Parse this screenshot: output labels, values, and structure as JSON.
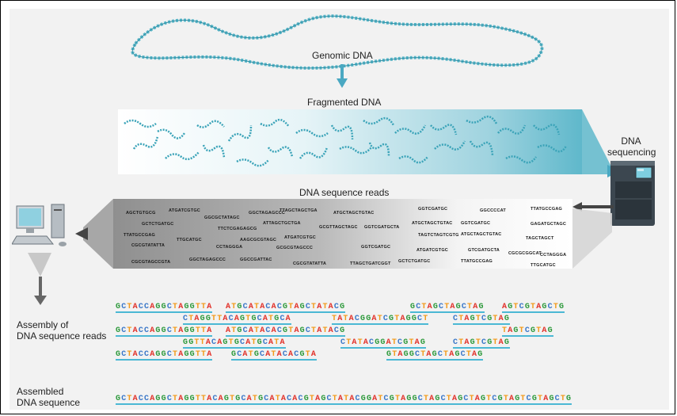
{
  "labels": {
    "genomic": "Genomic DNA",
    "fragmented": "Fragmented DNA",
    "sequencing_line1": "DNA",
    "sequencing_line2": "sequencing",
    "reads": "DNA sequence reads",
    "assembly_line1": "Assembly of",
    "assembly_line2": "DNA sequence reads",
    "assembled_line1": "Assembled",
    "assembled_line2": "DNA sequence"
  },
  "reads": [
    "AGCTGTGCG",
    "ATGATCGTGC",
    "GGCGCTATAGC",
    "GGCTAGAGCCC",
    "TTAGCTAGCTGA",
    "ATGCTAGCTGTAC",
    "GGTCGATGC",
    "GGCCCCAT",
    "TTATGCCGAG",
    "GCTCTGATGC",
    "TTCTCGAGAGCG",
    "ATTAGCTGCTGA",
    "GCGTTAGCTAGC",
    "GGTCGATGCTA",
    "ATGCTAGCTGTAC",
    "GGTCGATGC",
    "GAGATGCTAGC",
    "TTATGCCGAG",
    "TTGCATGC",
    "AAGCGCGTAGC",
    "ATGATCGTGC",
    "TAGTCTAGTCGTG",
    "ATGCTAGCTGTAC",
    "TAGCTAGCT",
    "CGCGTATATTA",
    "CCTAGGGA",
    "GCGCGTAGCCC",
    "GGTCGATGC",
    "ATGATCGTGC",
    "GTCGATGCTA",
    "CGCGCGGCAT",
    "CCTAGGGA",
    "CGCGTAGCCGTA",
    "GGCTAGAGCCC",
    "GGCCGATTAC",
    "CGCGTATATTA",
    "TTAGCTGATCGGT",
    "GCTCTGATGC",
    "TTATGCCGAG",
    "TTGCATGC"
  ],
  "assembly": [
    [
      "GCTACCAGGCTAGGTTA",
      "ATGCATACACGTAGCTATACG",
      "GCTAGCTAGCTAG",
      "AGTCGTAGCTG"
    ],
    [
      "CTAGGTTACAGTGCATGCA",
      "TATACGGATCGTAGGCT",
      "CTAGTCGTAG"
    ],
    [
      "GCTACCAGGCTAGGTTA",
      "ATGCATACACGTAGCTATACG",
      "TAGTCGTAG"
    ],
    [
      "GGTTACAGTGCATGCATA",
      "CTATACGGATCGTAG",
      "CTAGTCGTAG"
    ],
    [
      "GCTACCAGGCTAGGTTA",
      "GCATGCATACACGTA",
      "GTAGGCTAGCTAGCTAG"
    ]
  ],
  "assembled": "GCTACCAGGCTAGGTTACAGTGCATGCATACACGTAGCTATACGGATCGTAGGCTAGCTAGCTAGTCGTAGTCGTAGCTG",
  "colors": {
    "dna": "#5bb8c9",
    "arrow": "#4aa8c2",
    "A": "#e2322a",
    "C": "#3a77c8",
    "G": "#2e9a3c",
    "T": "#f29a1a"
  },
  "icons": [
    "dna-helix-icon",
    "sequencer-machine-icon",
    "computer-icon"
  ]
}
